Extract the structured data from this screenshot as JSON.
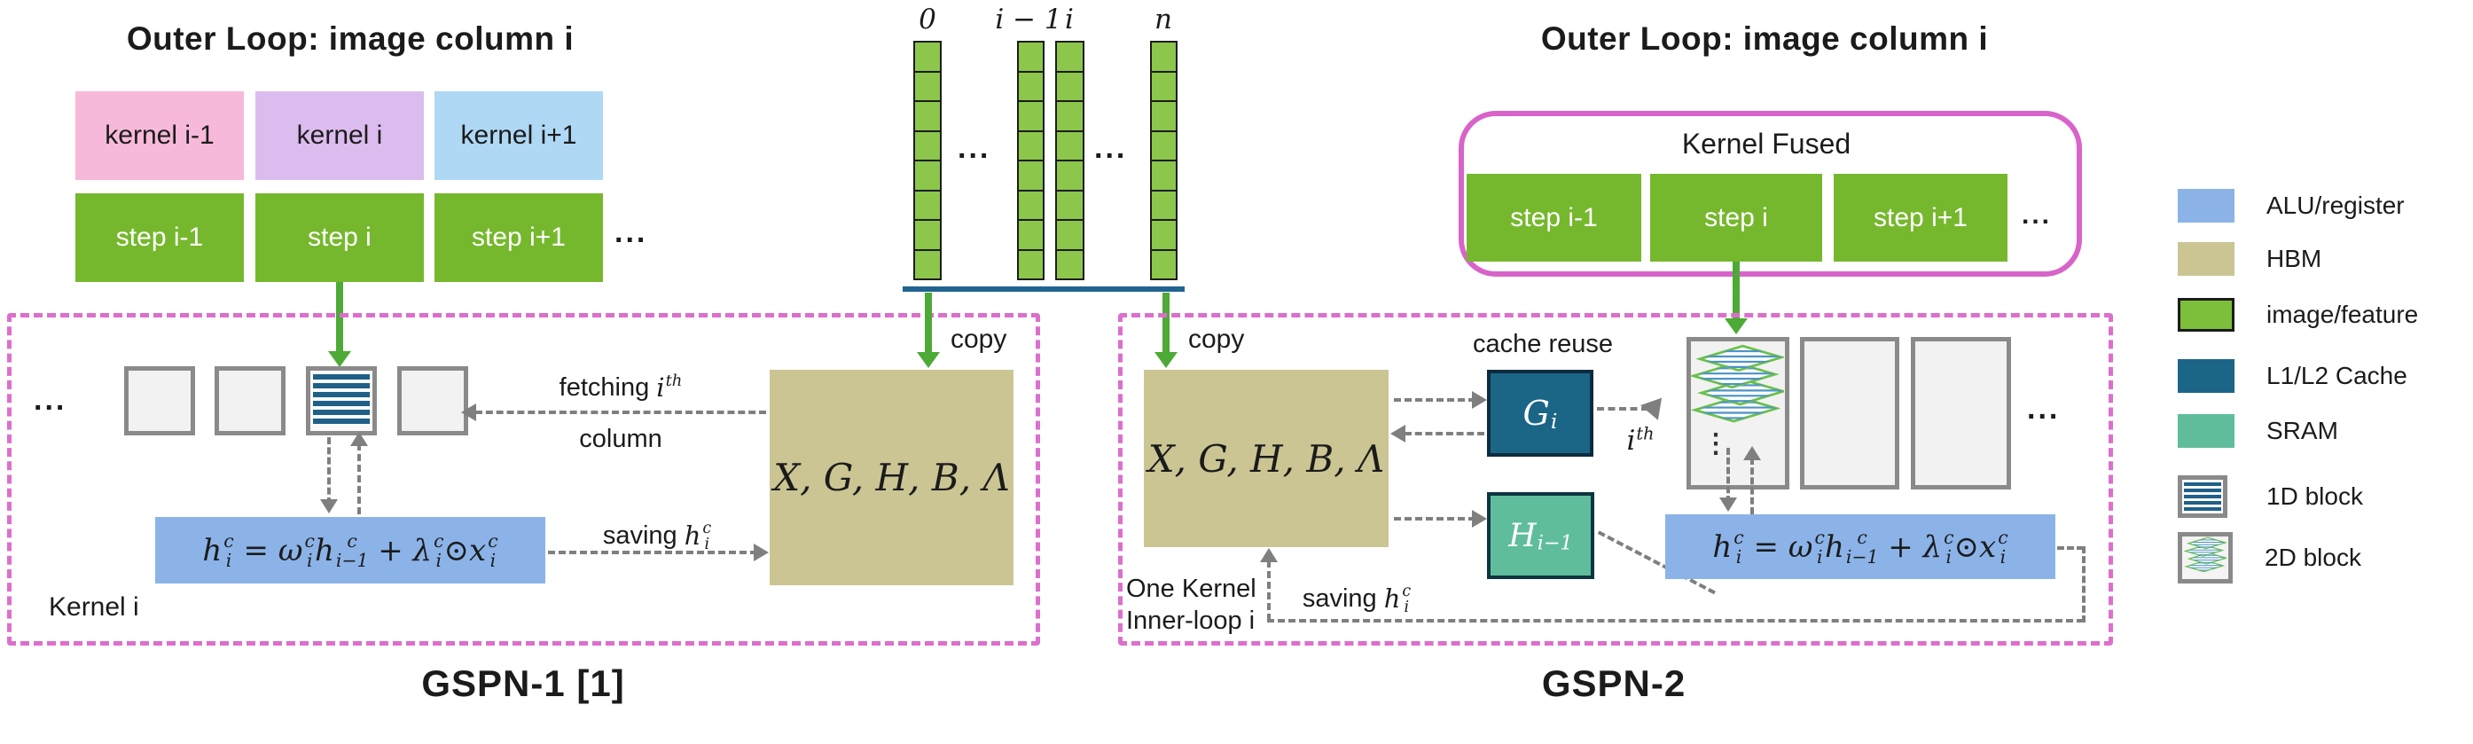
{
  "colors": {
    "kernel_pink": "#F7B9D9",
    "kernel_purple": "#DCBCEF",
    "kernel_blue": "#AFD8F5",
    "step_green": "#76B82D",
    "cell_green": "#8CC64B",
    "hbm_tan": "#CAC593",
    "alu_blue": "#8BB3E8",
    "l1l2_blue": "#1B6587",
    "sram_teal": "#5FBD9C",
    "block_stripe_blue": "#1E6088",
    "plane_green": "#6CC04A",
    "dashed_pink": "#DC6FCC",
    "arrow_green": "#4DAA36",
    "arrow_gray": "#7F7F7F",
    "box_gray_border": "#8A8A8A",
    "bus_line_blue": "#20648F"
  },
  "left_panel": {
    "outer_loop_title": "Outer Loop: image column i",
    "kernels": [
      {
        "label": "kernel i-1",
        "color": "#F7B9D9"
      },
      {
        "label": "kernel i",
        "color": "#DCBCEF"
      },
      {
        "label": "kernel i+1",
        "color": "#AFD8F5"
      }
    ],
    "steps": [
      {
        "label": "step i-1"
      },
      {
        "label": "step i"
      },
      {
        "label": "step i+1"
      }
    ],
    "ellipsis": "..."
  },
  "gspn1": {
    "ellipsis": "...",
    "fetching_label": [
      {
        "t": "fetching "
      },
      {
        "v": "i",
        "sup": "th"
      }
    ],
    "fetching_label_line2": "column",
    "saving_label": [
      {
        "t": "saving "
      },
      {
        "v": "h",
        "sup": "c",
        "sub": "i"
      }
    ],
    "formula": [
      {
        "v": "h",
        "sup": "c",
        "sub": "i"
      },
      {
        "t": " = "
      },
      {
        "v": "ω",
        "sup": "c",
        "sub": "i"
      },
      {
        "v": "h",
        "sup": "c",
        "sub": "i−1"
      },
      {
        "t": " + "
      },
      {
        "v": "λ",
        "sup": "c",
        "sub": "i"
      },
      {
        "t": "⊙"
      },
      {
        "v": "x",
        "sup": "c",
        "sub": "i"
      }
    ],
    "hbm_label": "X, G, H, B, Λ",
    "copy_label": "copy",
    "kernel_label": "Kernel i",
    "caption": "GSPN-1 [1]"
  },
  "feature_columns": {
    "labels": [
      "0",
      "i − 1",
      "i",
      "n"
    ],
    "cells_per_column": 8,
    "ellipsis": "..."
  },
  "right_panel": {
    "outer_loop_title": "Outer Loop: image column i",
    "kernel_fused_label": "Kernel Fused",
    "steps": [
      {
        "label": "step i-1"
      },
      {
        "label": "step i"
      },
      {
        "label": "step i+1"
      }
    ],
    "ellipsis": "..."
  },
  "gspn2": {
    "copy_label": "copy",
    "hbm_label": "X, G, H, B, Λ",
    "cache_reuse_label": "cache reuse",
    "g_box": [
      {
        "v": "G",
        "sub": "i"
      }
    ],
    "h_box": [
      {
        "v": "H",
        "sub": "i−1"
      }
    ],
    "ith_label": [
      {
        "v": "i",
        "sup": "th"
      }
    ],
    "formula": [
      {
        "v": "h",
        "sup": "c",
        "sub": "i"
      },
      {
        "t": " = "
      },
      {
        "v": "ω",
        "sup": "c",
        "sub": "i"
      },
      {
        "v": "h",
        "sup": "c",
        "sub": "i−1"
      },
      {
        "t": " + "
      },
      {
        "v": "λ",
        "sup": "c",
        "sub": "i"
      },
      {
        "t": "⊙"
      },
      {
        "v": "x",
        "sup": "c",
        "sub": "i"
      }
    ],
    "saving_label": [
      {
        "t": "saving "
      },
      {
        "v": "h",
        "sup": "c",
        "sub": "i"
      }
    ],
    "one_kernel_line1": "One Kernel",
    "one_kernel_line2": "Inner-loop i",
    "vdots": "⋮",
    "ellipsis": "...",
    "caption": "GSPN-2"
  },
  "legend": {
    "items": [
      {
        "label": "ALU/register",
        "type": "swatch",
        "color": "#8BB3E8"
      },
      {
        "label": "HBM",
        "type": "swatch",
        "color": "#CAC593"
      },
      {
        "label": "image/feature",
        "type": "swatch",
        "color": "#7DBE3A"
      },
      {
        "label": "L1/L2 Cache",
        "type": "swatch",
        "color": "#1B6587"
      },
      {
        "label": "SRAM",
        "type": "swatch",
        "color": "#5FBD9C"
      },
      {
        "label": "1D block",
        "type": "block1d"
      },
      {
        "label": "2D block",
        "type": "block2d"
      }
    ]
  }
}
